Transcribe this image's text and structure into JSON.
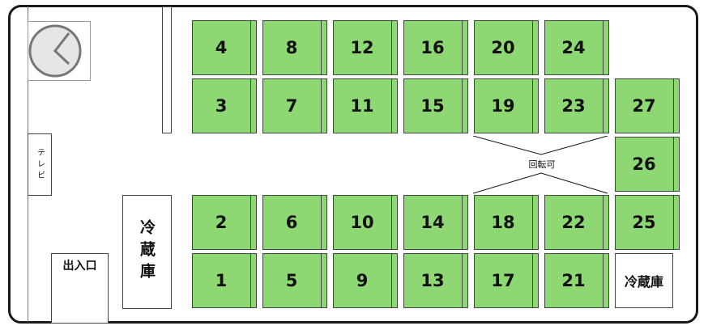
{
  "seats": [
    {
      "id": "s1",
      "label": "1"
    },
    {
      "id": "s2",
      "label": "2"
    },
    {
      "id": "s3",
      "label": "3"
    },
    {
      "id": "s4",
      "label": "4"
    },
    {
      "id": "s5",
      "label": "5"
    },
    {
      "id": "s6",
      "label": "6"
    },
    {
      "id": "s7",
      "label": "7"
    },
    {
      "id": "s8",
      "label": "8"
    },
    {
      "id": "s9",
      "label": "9"
    },
    {
      "id": "s10",
      "label": "10"
    },
    {
      "id": "s11",
      "label": "11"
    },
    {
      "id": "s12",
      "label": "12"
    },
    {
      "id": "s13",
      "label": "13"
    },
    {
      "id": "s14",
      "label": "14"
    },
    {
      "id": "s15",
      "label": "15"
    },
    {
      "id": "s16",
      "label": "16"
    },
    {
      "id": "s17",
      "label": "17"
    },
    {
      "id": "s18",
      "label": "18"
    },
    {
      "id": "s19",
      "label": "19"
    },
    {
      "id": "s20",
      "label": "20"
    },
    {
      "id": "s21",
      "label": "21"
    },
    {
      "id": "s22",
      "label": "22"
    },
    {
      "id": "s23",
      "label": "23"
    },
    {
      "id": "s24",
      "label": "24"
    },
    {
      "id": "s25",
      "label": "25"
    },
    {
      "id": "s26",
      "label": "26"
    },
    {
      "id": "s27",
      "label": "27"
    }
  ],
  "labels": {
    "tv": "テレビ",
    "fridge_left": "冷蔵庫",
    "fridge_right": "冷蔵庫",
    "entrance": "出入口",
    "rotatable": "回転可"
  },
  "colors": {
    "seat_fill": "#8ed873",
    "border": "#1a1a1a",
    "clock_fill": "#e6e6e6"
  },
  "icons": {
    "clock": "clock-icon"
  }
}
